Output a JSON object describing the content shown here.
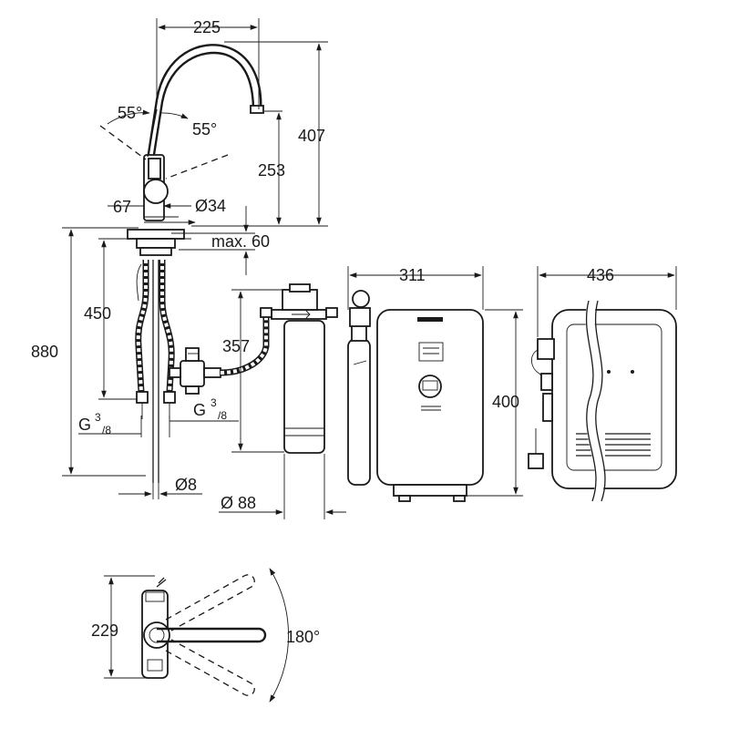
{
  "dimensions": {
    "spout_reach": "225",
    "tap_height": "407",
    "spout_outlet_height": "253",
    "lever_angle_left": "55°",
    "lever_angle_right": "55°",
    "body_offset": "67",
    "body_diameter": "Ø34",
    "max_deck_thickness": "max. 60",
    "hose_length_450": "450",
    "overall_length": "880",
    "filter_height": "357",
    "chiller_width": "311",
    "chiller_depth": "436",
    "chiller_height": "400",
    "connection_left_main": "G",
    "connection_left_sup": "3",
    "connection_left_sub": "/8",
    "connection_right_main": "G",
    "connection_right_sup": "3",
    "connection_right_sub": "/8",
    "pipe_diameter": "Ø8",
    "filter_diameter": "Ø 88",
    "top_view_depth": "229",
    "swivel_angle": "180°"
  }
}
